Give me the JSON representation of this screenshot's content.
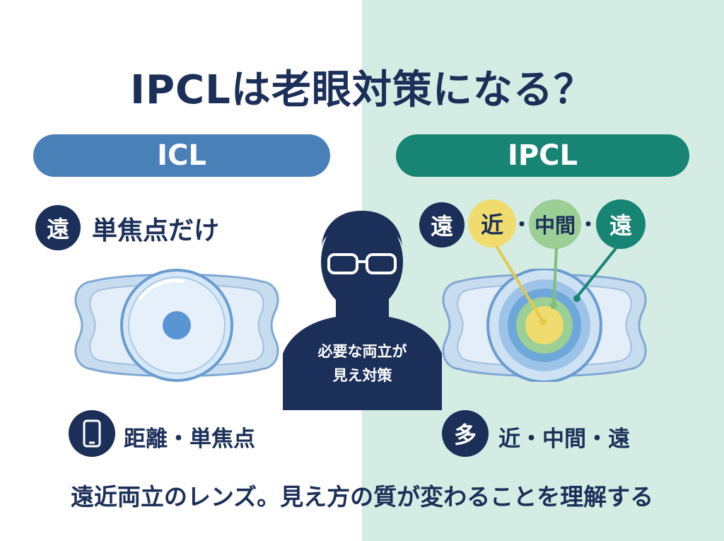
{
  "title": "IPCLは老眼対策になる？",
  "icl": {
    "header": "ICL",
    "badge": "遠",
    "focus_label": "単焦点だけ",
    "bottom_label": "距離・単焦点"
  },
  "ipcl": {
    "header": "IPCL",
    "badge_far": "遠",
    "zone_near": "近",
    "zone_mid": "中間",
    "zone_far": "遠",
    "separator": "・",
    "bottom_badge": "多",
    "bottom_label": "近・中間・遠"
  },
  "person": {
    "speech_line1": "必要な両立が",
    "speech_line2": "見え対策"
  },
  "footer": "遠近両立のレンズ。見え方の質が変わることを理解する",
  "colors": {
    "navy": "#1b2f58",
    "icl_blue": "#4a80b8",
    "ipcl_teal": "#188474",
    "zone_yellow": "#f0dc6e",
    "zone_green": "#9ccf96",
    "right_bg": "#d4ece3"
  }
}
